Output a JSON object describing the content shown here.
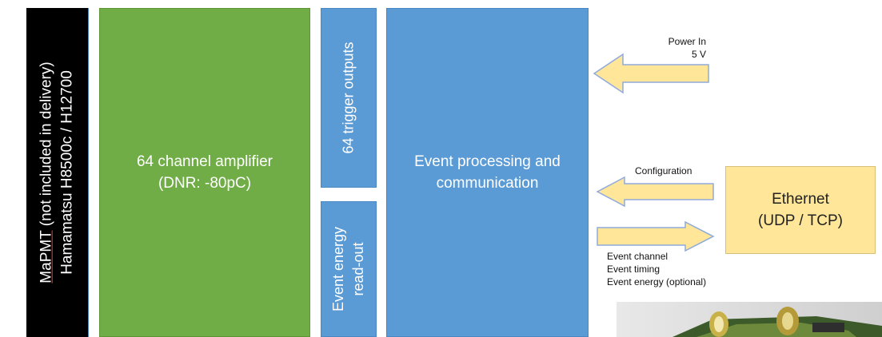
{
  "pmt": {
    "name": "MaPMT",
    "note": " (not included in delivery)",
    "models": "Hamamatsu H8500c / H12700"
  },
  "amplifier": {
    "line1": "64 channel amplifier",
    "line2": "(DNR: -80pC)"
  },
  "trigger": {
    "label": "64 trigger outputs"
  },
  "energy_readout": {
    "line1": "Event energy",
    "line2": "read-out"
  },
  "processing": {
    "line1": "Event processing and",
    "line2": "communication"
  },
  "ethernet": {
    "line1": "Ethernet",
    "line2": "(UDP / TCP)"
  },
  "power": {
    "line1": "Power In",
    "line2": "5 V"
  },
  "configuration": {
    "label": "Configuration"
  },
  "events": {
    "line1": "Event channel",
    "line2": "Event timing",
    "line3": "Event energy (optional)"
  },
  "colors": {
    "pmt": "#000000",
    "amplifier": "#70ad47",
    "processing": "#5b9bd5",
    "ethernet": "#ffe699",
    "arrow_fill": "#ffe699",
    "arrow_stroke": "#8faadc"
  }
}
